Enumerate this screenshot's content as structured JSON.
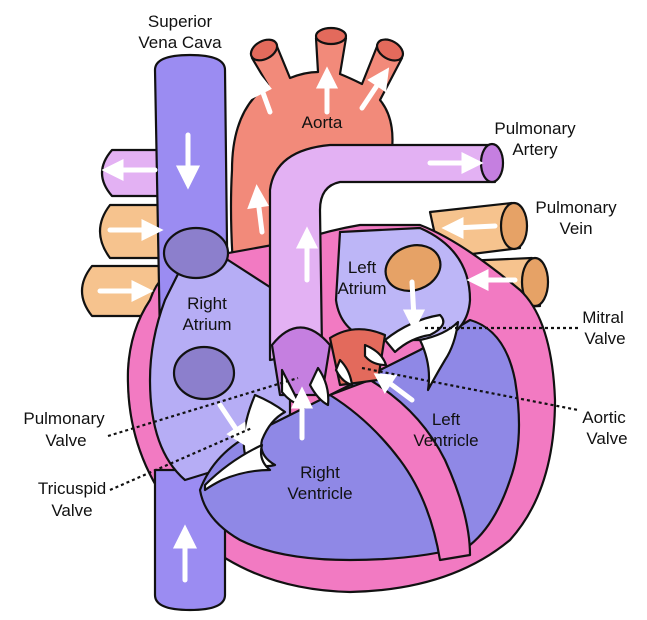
{
  "diagram": {
    "labels": {
      "superior_vena_cava": [
        "Superior",
        "Vena Cava"
      ],
      "aorta": "Aorta",
      "pulmonary_artery": [
        "Pulmonary",
        "Artery"
      ],
      "pulmonary_vein": [
        "Pulmonary",
        "Vein"
      ],
      "left_atrium": [
        "Left",
        "Atrium"
      ],
      "right_atrium": [
        "Right",
        "Atrium"
      ],
      "mitral_valve": [
        "Mitral",
        "Valve"
      ],
      "pulmonary_valve": [
        "Pulmonary",
        "Valve"
      ],
      "aortic_valve": [
        "Aortic",
        "Valve"
      ],
      "left_ventricle": [
        "Left",
        "Ventricle"
      ],
      "tricuspid_valve": [
        "Tricuspid",
        "Valve"
      ],
      "right_ventricle": [
        "Right",
        "Ventricle"
      ]
    },
    "colors": {
      "vena_cava": "#9b8cf2",
      "aorta": "#f28a7a",
      "pulmonary_artery": "#e3b1f3",
      "pulmonary_vein": "#f6c38e",
      "vein_end": "#e6a266",
      "myocardium": "#f27ac2",
      "right_chamber": "#b6adf5",
      "ventricle": "#8f88e6",
      "left_atrium": "#bdb6f7",
      "openings": "#8c7fcc",
      "arrow": "#ffffff",
      "outline": "#111111"
    }
  }
}
